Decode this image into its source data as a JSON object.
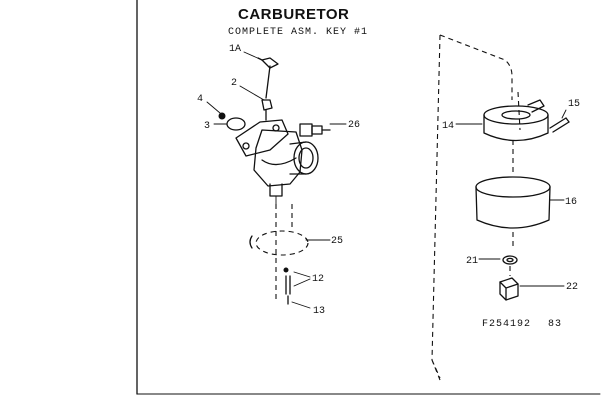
{
  "header": {
    "title": "CARBURETOR",
    "subtitle": "COMPLETE ASM. KEY #1"
  },
  "callouts": [
    {
      "id": "1a",
      "label": "1A"
    },
    {
      "id": "2",
      "label": "2"
    },
    {
      "id": "3",
      "label": "3"
    },
    {
      "id": "4",
      "label": "4"
    },
    {
      "id": "12",
      "label": "12"
    },
    {
      "id": "13",
      "label": "13"
    },
    {
      "id": "14",
      "label": "14"
    },
    {
      "id": "15",
      "label": "15"
    },
    {
      "id": "16",
      "label": "16"
    },
    {
      "id": "21",
      "label": "21"
    },
    {
      "id": "22",
      "label": "22"
    },
    {
      "id": "25",
      "label": "25"
    },
    {
      "id": "26",
      "label": "26"
    }
  ],
  "figure": {
    "number": "F254192",
    "revision": "83"
  }
}
